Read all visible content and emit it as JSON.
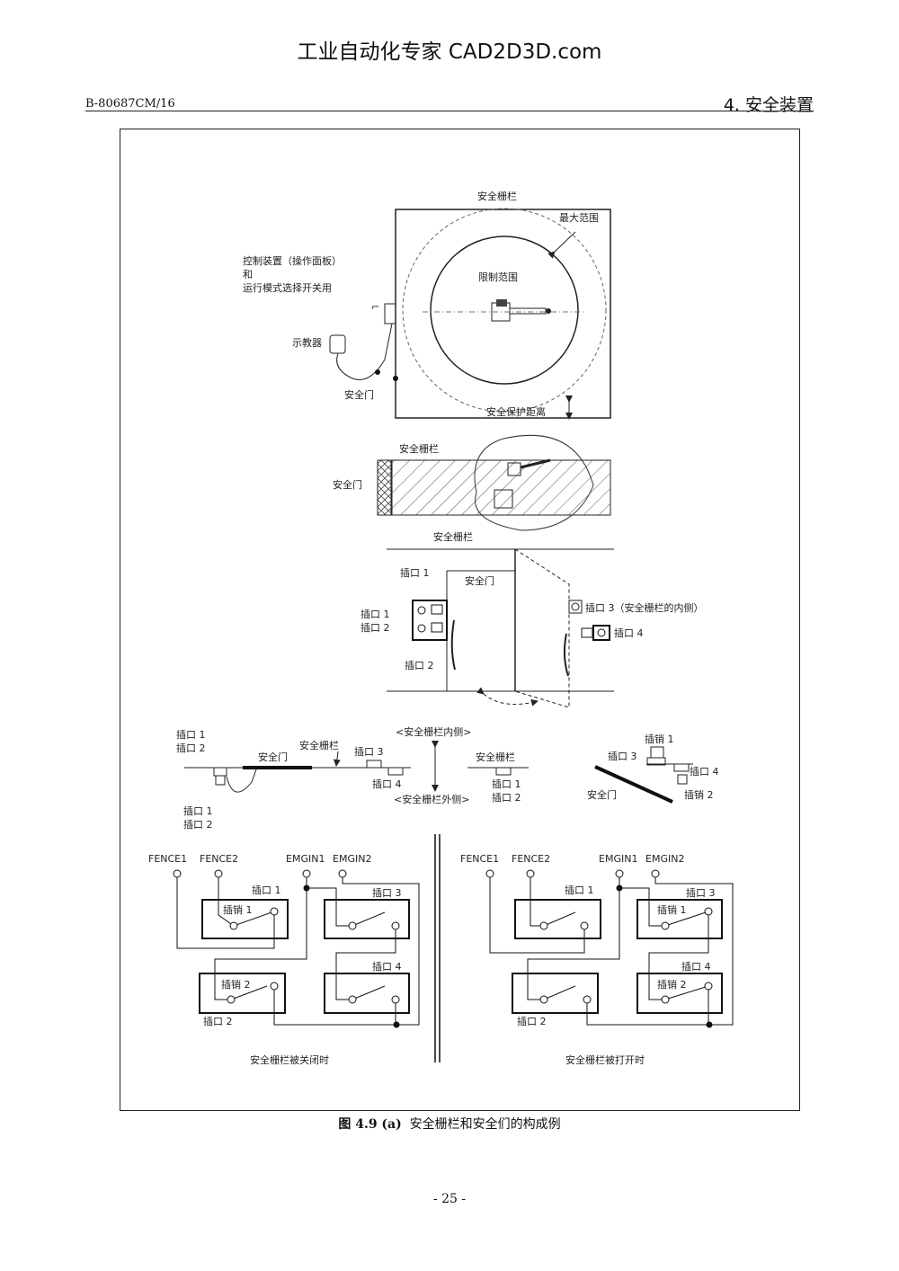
{
  "banner": "工业自动化专家 CAD2D3D.com",
  "header": {
    "doc_id": "B-80687CM/16",
    "section": "4. 安全装置"
  },
  "diagram_top": {
    "fence": "安全栅栏",
    "max_range": "最大范围",
    "limit_range": "限制范围",
    "controller_line1": "控制装置（操作面板）",
    "controller_line2": "和",
    "controller_line3": "运行模式选择开关用",
    "teach_pendant": "示教器",
    "safety_door": "安全门",
    "safety_distance": "安全保护距离"
  },
  "diagram_side": {
    "fence": "安全栅栏",
    "door": "安全门"
  },
  "diagram_door": {
    "fence": "安全栅栏",
    "door": "安全门",
    "plug1": "插口 1",
    "plug2": "插口 2",
    "plug3": "插口 3（安全栅栏的内侧）",
    "plug4": "插口 4"
  },
  "diagram_plan": {
    "plug1": "插口 1",
    "plug2": "插口 2",
    "door": "安全门",
    "fence": "安全栅栏",
    "plug3": "插口 3",
    "plug4": "插口 4",
    "inside": "<安全栅栏内侧>",
    "outside": "<安全栅栏外侧>",
    "pin1": "插销 1",
    "pin2": "插销 2"
  },
  "circuit": {
    "fence1": "FENCE1",
    "fence2": "FENCE2",
    "emgin1": "EMGIN1",
    "emgin2": "EMGIN2",
    "plug1": "插口 1",
    "plug2": "插口 2",
    "plug3": "插口 3",
    "plug4": "插口 4",
    "pin1": "插销 1",
    "pin2": "插销 2",
    "closed_caption": "安全栅栏被关闭时",
    "open_caption": "安全栅栏被打开时"
  },
  "caption": {
    "fig_no": "图 4.9 (a)",
    "text": "安全栅栏和安全们的构成例"
  },
  "page_number": "- 25 -"
}
